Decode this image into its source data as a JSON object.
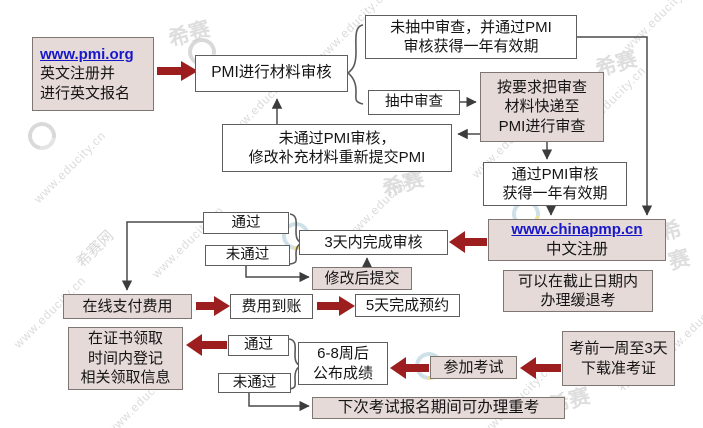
{
  "watermark": {
    "url": "www.educity.cn",
    "brand": "希赛",
    "site": "希赛网"
  },
  "colors": {
    "arrow_red": "#9c1e1e",
    "box_pink": "#e6dad8",
    "box_white": "#ffffff",
    "box_border": "#5e5e5e",
    "link_blue": "#1717c9"
  },
  "nodes": {
    "pmi_register": {
      "link": "www.pmi.org",
      "text": "英文注册并\n进行英文报名"
    },
    "pmi_review": {
      "text": "PMI进行材料审核"
    },
    "not_selected": {
      "text": "未抽中审查，并通过PMI\n审核获得一年有效期"
    },
    "selected": {
      "text": "抽中审查"
    },
    "send_materials": {
      "text": "按要求把审查\n材料快递至\nPMI进行审查"
    },
    "fail_pmi": {
      "text": "未通过PMI审核，\n修改补充材料重新提交PMI"
    },
    "pass_pmi": {
      "text": "通过PMI审核\n获得一年有效期"
    },
    "chinapmp": {
      "link": "www.chinapmp.cn",
      "text": "中文注册"
    },
    "pass1": {
      "text": "通过"
    },
    "fail1": {
      "text": "未通过"
    },
    "review3days": {
      "text": "3天内完成审核"
    },
    "resubmit": {
      "text": "修改后提交"
    },
    "pay_online": {
      "text": "在线支付费用"
    },
    "fee_arrived": {
      "text": "费用到账"
    },
    "book5days": {
      "text": "5天完成预约"
    },
    "cert_register": {
      "text": "在证书领取\n时间内登记\n相关领取信息"
    },
    "pass2": {
      "text": "通过"
    },
    "fail2": {
      "text": "未通过"
    },
    "results": {
      "text": "6-8周后\n公布成绩"
    },
    "take_exam": {
      "text": "参加考试"
    },
    "admission": {
      "text": "考前一周至3天\n下载准考证"
    },
    "postpone": {
      "text": "可以在截止日期内\n办理缓退考"
    },
    "retake": {
      "text": "下次考试报名期间可办理重考"
    }
  }
}
